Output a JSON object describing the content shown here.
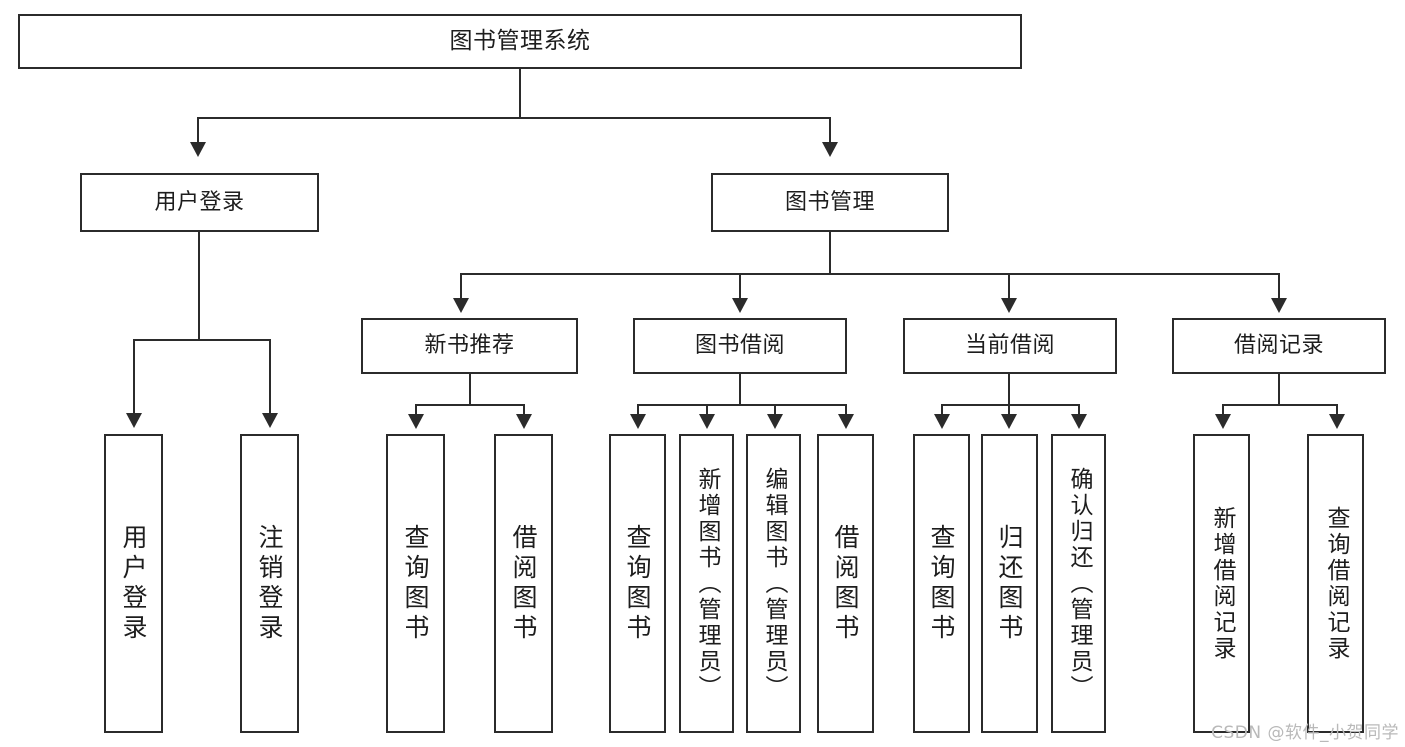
{
  "diagram": {
    "title": "图书管理系统",
    "watermark": "CSDN @软件_小贺同学",
    "root": {
      "label": "图书管理系统"
    },
    "level1": [
      {
        "label": "用户登录"
      },
      {
        "label": "图书管理"
      }
    ],
    "level2": [
      {
        "label": "新书推荐"
      },
      {
        "label": "图书借阅"
      },
      {
        "label": "当前借阅"
      },
      {
        "label": "借阅记录"
      }
    ],
    "leaves": {
      "user_login": [
        {
          "label": "用户登录"
        },
        {
          "label": "注销登录"
        }
      ],
      "new_book_recommend": [
        {
          "label": "查询图书"
        },
        {
          "label": "借阅图书"
        }
      ],
      "book_borrow": [
        {
          "label": "查询图书"
        },
        {
          "label": "新增图书（管理员）"
        },
        {
          "label": "编辑图书（管理员）"
        },
        {
          "label": "借阅图书"
        }
      ],
      "current_borrow": [
        {
          "label": "查询图书"
        },
        {
          "label": "归还图书"
        },
        {
          "label": "确认归还（管理员）"
        }
      ],
      "borrow_record": [
        {
          "label": "新增借阅记录"
        },
        {
          "label": "查询借阅记录"
        }
      ]
    },
    "colors": {
      "stroke": "#2b2b2b",
      "fill": "#ffffff",
      "text": "#1d1d1d",
      "watermark": "#b9b9b9"
    }
  }
}
